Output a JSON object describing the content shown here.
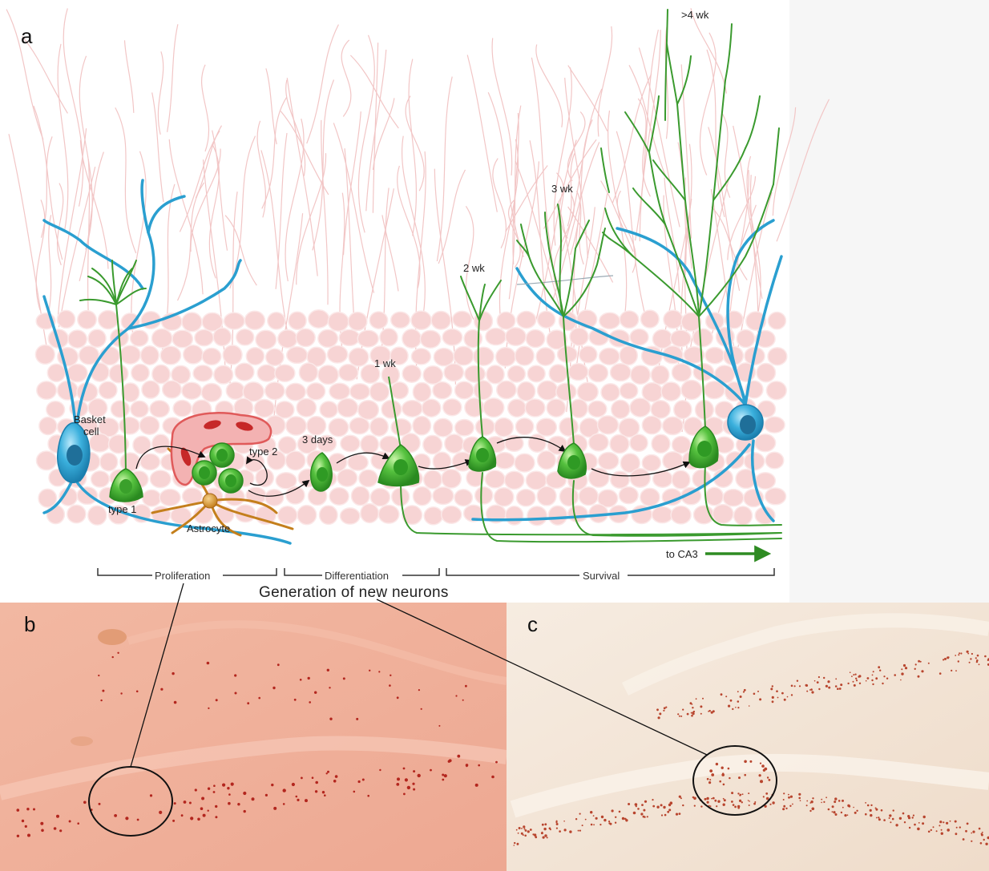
{
  "panels": {
    "a": "a",
    "b": "b",
    "c": "c"
  },
  "labels": {
    "basket_cell": [
      "Basket",
      "cell"
    ],
    "type1": "type 1",
    "type2": "type 2",
    "astrocyte": "Astrocyte",
    "to_ca3": "to CA3"
  },
  "timepoints": {
    "days3": "3 days",
    "wk1": "1 wk",
    "wk2": "2 wk",
    "wk3": "3 wk",
    "wk4": ">4 wk"
  },
  "stages": {
    "proliferation": "Proliferation",
    "differentiation": "Differentiation",
    "survival": "Survival"
  },
  "caption": "Generation of new neurons",
  "colors": {
    "neuron_green": "#3fa535",
    "neuron_light": "#8edb6a",
    "basket_blue": "#2a9fd0",
    "astrocyte_orange": "#d08a2a",
    "vessel_red": "#e05a5a",
    "granule_pink": "#f7d4d4",
    "molecular_pink": "#f2c6c6",
    "arrow_green": "#2e8b22"
  }
}
